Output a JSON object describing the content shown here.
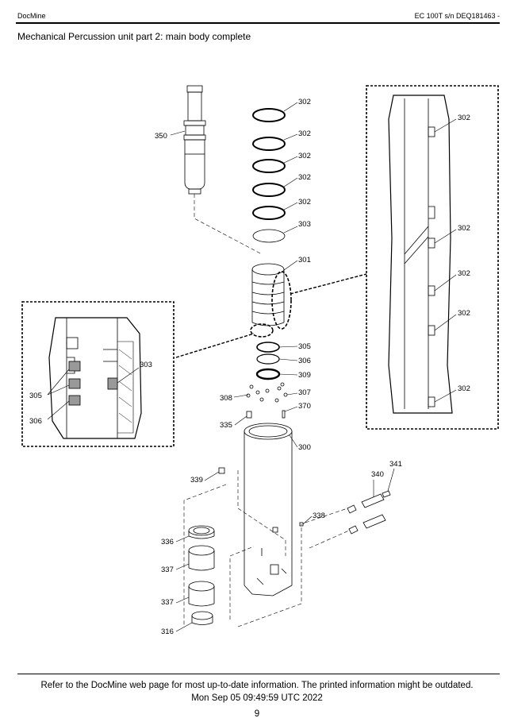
{
  "header": {
    "app_name": "DocMine",
    "model": "EC 100T s/n DEQ181463 -"
  },
  "title": "Mechanical  Percussion unit part 2: main body complete",
  "callouts": {
    "c350": "350",
    "c302a": "302",
    "c302b": "302",
    "c302c": "302",
    "c302d": "302",
    "c302e": "302",
    "c303": "303",
    "c301": "301",
    "c305": "305",
    "c306": "306",
    "c309": "309",
    "c307": "307",
    "c308": "308",
    "c370": "370",
    "c335": "335",
    "c300": "300",
    "c339": "339",
    "c341": "341",
    "c340": "340",
    "c338": "338",
    "c336": "336",
    "c337a": "337",
    "c337b": "337",
    "c316": "316",
    "left303": "303",
    "left305": "305",
    "left306": "306",
    "right302a": "302",
    "right302b": "302",
    "right302c": "302",
    "right302d": "302",
    "right302e": "302"
  },
  "footer": {
    "notice": "Refer to the DocMine web page for most up-to-date information. The printed information might be outdated.",
    "timestamp": "Mon Sep 05 09:49:59 UTC 2022",
    "page_number": "9"
  }
}
